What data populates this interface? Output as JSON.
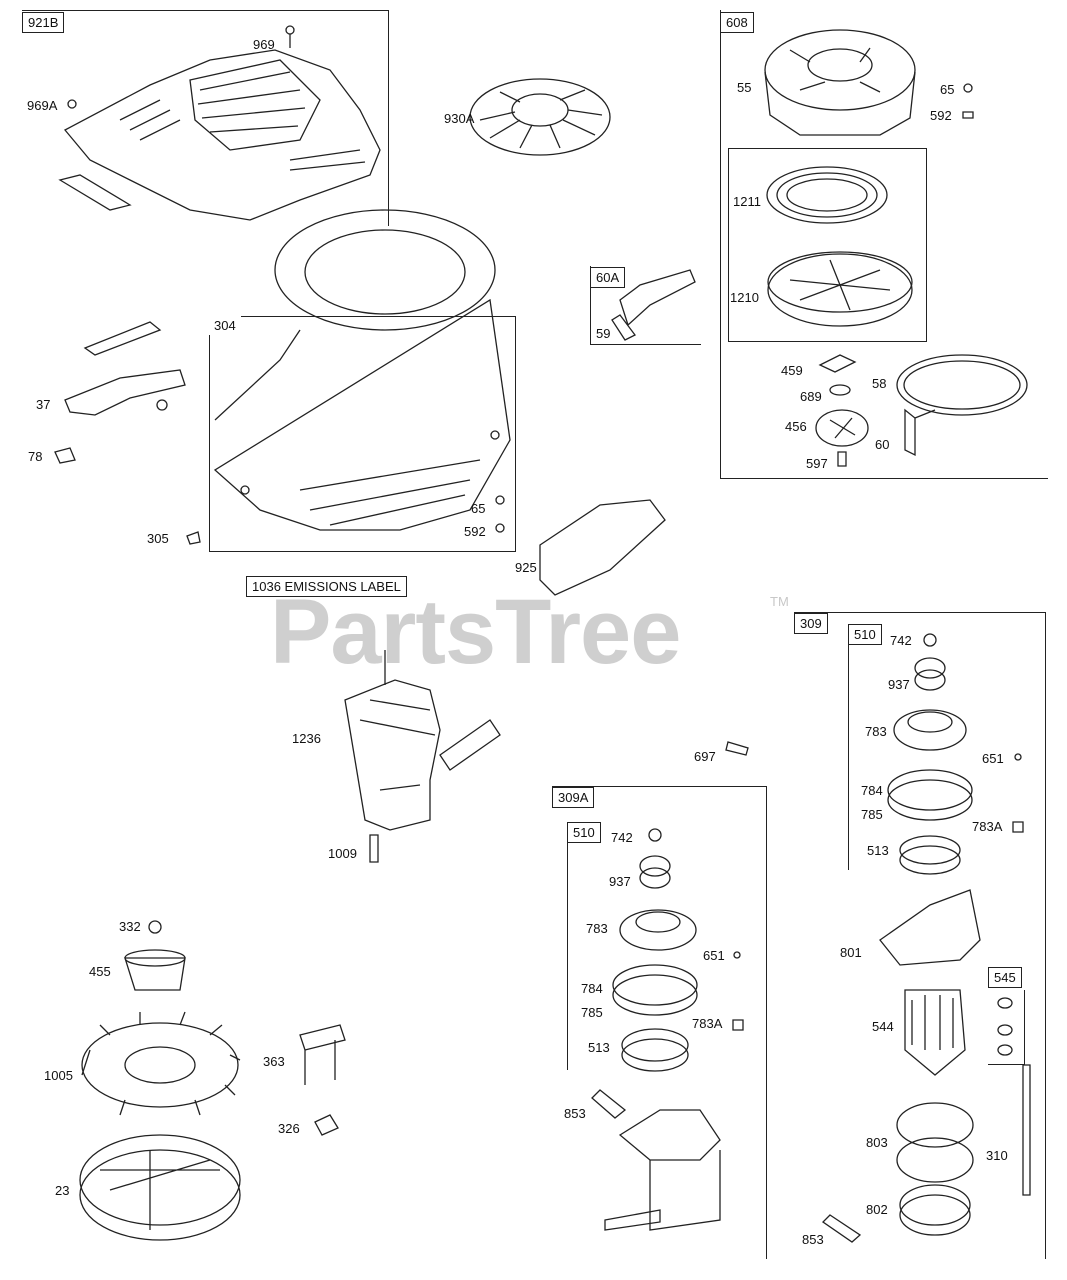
{
  "watermark": {
    "text": "PartsTree",
    "tm": "TM"
  },
  "tags": {
    "t921B": "921B",
    "t608": "608",
    "t60A": "60A",
    "t304": "304",
    "t309": "309",
    "t510a": "510",
    "t309A": "309A",
    "t510b": "510",
    "t545": "545",
    "emissions": "1036 EMISSIONS LABEL"
  },
  "labels": {
    "l969": "969",
    "l969A": "969A",
    "l930A": "930A",
    "l55": "55",
    "l65a": "65",
    "l592a": "592",
    "l1211": "1211",
    "l1210": "1210",
    "l459": "459",
    "l689": "689",
    "l58": "58",
    "l456": "456",
    "l60": "60",
    "l597": "597",
    "l59": "59",
    "l37": "37",
    "l78": "78",
    "l305": "305",
    "l65b": "65",
    "l592b": "592",
    "l925": "925",
    "l1236": "1236",
    "l1009": "1009",
    "l697": "697",
    "l742a": "742",
    "l937a": "937",
    "l783a": "783",
    "l651a": "651",
    "l784a": "784",
    "l785a": "785",
    "l783Aa": "783A",
    "l513a": "513",
    "l801": "801",
    "l544": "544",
    "l803": "803",
    "l310": "310",
    "l802": "802",
    "l853a": "853",
    "l742b": "742",
    "l937b": "937",
    "l783b": "783",
    "l651b": "651",
    "l784b": "784",
    "l785b": "785",
    "l783Ab": "783A",
    "l513b": "513",
    "l853b": "853",
    "l332": "332",
    "l455": "455",
    "l1005": "1005",
    "l363": "363",
    "l326": "326",
    "l23": "23"
  }
}
